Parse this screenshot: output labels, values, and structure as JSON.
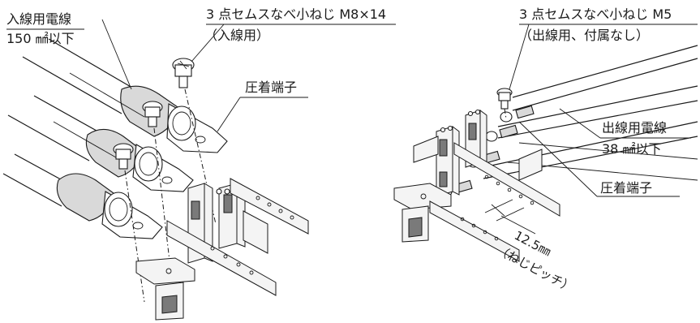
{
  "left_labels": {
    "cable_title": "入線用電線",
    "cable_spec": "150 ㎟以下",
    "screw_title": "3 点セムスなべ小ねじ M8×14",
    "screw_usage": "（入線用）",
    "terminal": "圧着端子"
  },
  "right_labels": {
    "screw_title": "3 点セムスなべ小ねじ M5",
    "screw_usage": "（出線用、付属なし）",
    "cable_title": "出線用電線",
    "cable_spec": "38 ㎟以下",
    "terminal": "圧着端子",
    "pitch_value": "12.5㎜",
    "pitch_note": "（ねじピッチ）"
  }
}
